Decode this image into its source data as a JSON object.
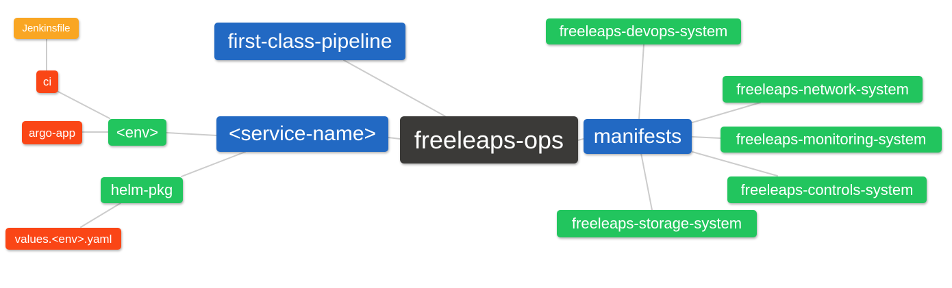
{
  "diagram": {
    "root": {
      "label": "freeleaps-ops"
    },
    "nodes": {
      "jenkinsfile": {
        "label": "Jenkinsfile"
      },
      "ci": {
        "label": "ci"
      },
      "argo_app": {
        "label": "argo-app"
      },
      "env": {
        "label": "<env>"
      },
      "helm_pkg": {
        "label": "helm-pkg"
      },
      "values_env_yaml": {
        "label": "values.<env>.yaml"
      },
      "first_class_pipeline": {
        "label": "first-class-pipeline"
      },
      "service_name": {
        "label": "<service-name>"
      },
      "manifests": {
        "label": "manifests"
      },
      "devops_system": {
        "label": "freeleaps-devops-system"
      },
      "network_system": {
        "label": "freeleaps-network-system"
      },
      "monitoring_system": {
        "label": "freeleaps-monitoring-system"
      },
      "controls_system": {
        "label": "freeleaps-controls-system"
      },
      "storage_system": {
        "label": "freeleaps-storage-system"
      }
    },
    "edges": [
      [
        "jenkinsfile",
        "ci"
      ],
      [
        "ci",
        "env"
      ],
      [
        "argo_app",
        "env"
      ],
      [
        "env",
        "service_name"
      ],
      [
        "service_name",
        "helm_pkg"
      ],
      [
        "helm_pkg",
        "values_env_yaml"
      ],
      [
        "first_class_pipeline",
        "freeleaps_ops"
      ],
      [
        "service_name",
        "freeleaps_ops"
      ],
      [
        "freeleaps_ops",
        "manifests"
      ],
      [
        "manifests",
        "devops_system"
      ],
      [
        "manifests",
        "network_system"
      ],
      [
        "manifests",
        "monitoring_system"
      ],
      [
        "manifests",
        "controls_system"
      ],
      [
        "manifests",
        "storage_system"
      ]
    ]
  },
  "colors": {
    "background": "#ffffff",
    "root_node": "#3b3a38",
    "level1_node": "#2269c3",
    "level2_node": "#22c55e",
    "level3_node": "#fa4616",
    "level4_node": "#f9a623",
    "node_text": "#ffffff",
    "edge_line": "#cccccc"
  }
}
